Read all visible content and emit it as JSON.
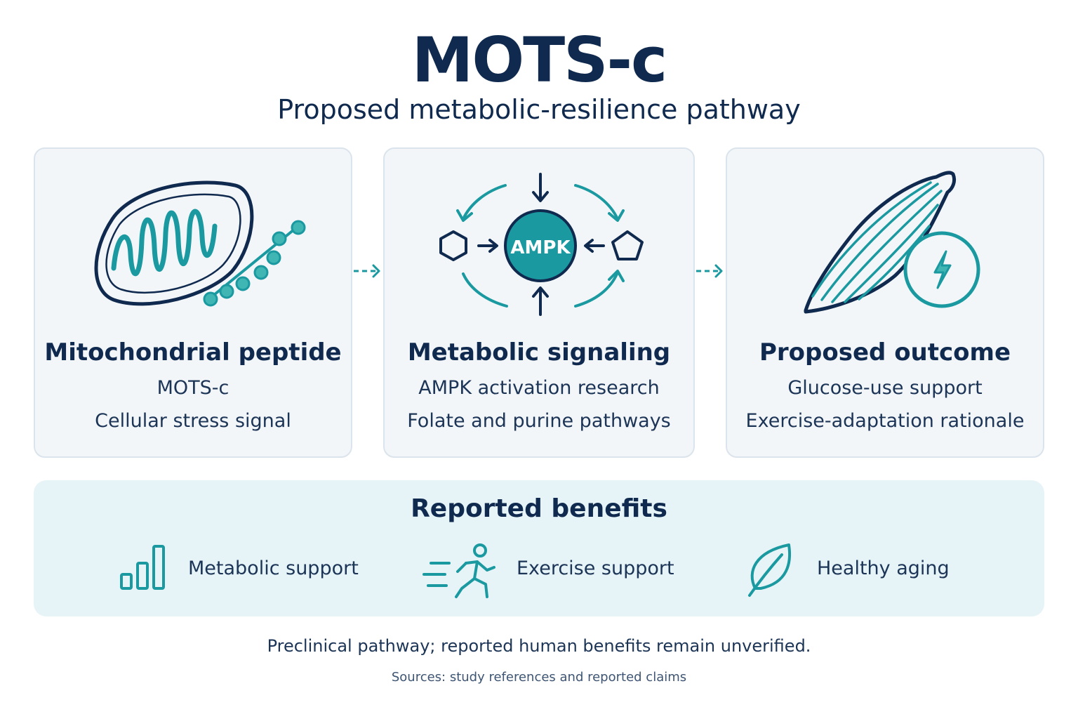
{
  "header": {
    "title": "MOTS-c",
    "subtitle": "Proposed metabolic-resilience pathway"
  },
  "cards": [
    {
      "title": "Mitochondrial peptide",
      "line1": "MOTS-c",
      "line2": "Cellular stress signal",
      "icon": "mitochondrion-peptide-icon"
    },
    {
      "title": "Metabolic signaling",
      "line1": "AMPK activation research",
      "line2": "Folate and purine pathways",
      "icon": "ampk-network-icon",
      "hub_label": "AMPK"
    },
    {
      "title": "Proposed outcome",
      "line1": "Glucose-use support",
      "line2": "Exercise-adaptation rationale",
      "icon": "muscle-energy-icon"
    }
  ],
  "benefits": {
    "title": "Reported benefits",
    "items": [
      {
        "label": "Metabolic support",
        "icon": "bar-chart-icon"
      },
      {
        "label": "Exercise support",
        "icon": "runner-icon"
      },
      {
        "label": "Healthy aging",
        "icon": "leaf-icon"
      }
    ]
  },
  "footer": {
    "disclaimer": "Preclinical pathway; reported human benefits remain unverified.",
    "sources": "Sources: study references and reported claims"
  },
  "colors": {
    "navy": "#0f2a4e",
    "teal": "#1a9aa0",
    "card_bg": "#f3f6f9",
    "benefits_bg": "#e6f4f7"
  }
}
